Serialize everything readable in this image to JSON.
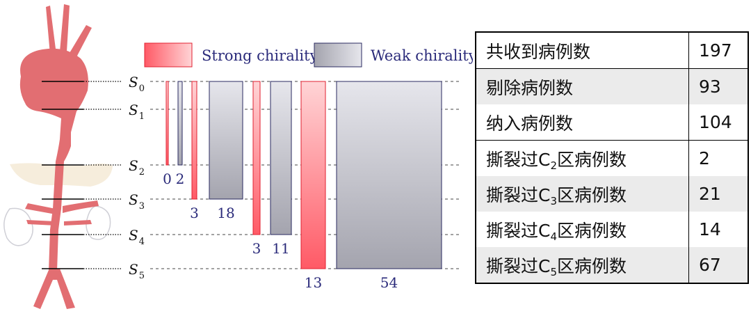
{
  "legend": {
    "strong_label": "Strong chirality",
    "weak_label": "Weak chirality"
  },
  "levels": [
    {
      "letter": "S",
      "sub": "0"
    },
    {
      "letter": "S",
      "sub": "1"
    },
    {
      "letter": "S",
      "sub": "2"
    },
    {
      "letter": "S",
      "sub": "3"
    },
    {
      "letter": "S",
      "sub": "4"
    },
    {
      "letter": "S",
      "sub": "5"
    }
  ],
  "bars": [
    {
      "type": "strong",
      "from_level": 0,
      "to_level": 2,
      "value": "0"
    },
    {
      "type": "weak",
      "from_level": 0,
      "to_level": 2,
      "value": "2"
    },
    {
      "type": "strong",
      "from_level": 0,
      "to_level": 3,
      "value": "3"
    },
    {
      "type": "weak",
      "from_level": 0,
      "to_level": 3,
      "value": "18"
    },
    {
      "type": "strong",
      "from_level": 0,
      "to_level": 4,
      "value": "3"
    },
    {
      "type": "weak",
      "from_level": 0,
      "to_level": 4,
      "value": "11"
    },
    {
      "type": "strong",
      "from_level": 0,
      "to_level": 5,
      "value": "13"
    },
    {
      "type": "weak",
      "from_level": 0,
      "to_level": 5,
      "value": "54"
    }
  ],
  "colors": {
    "strong_top": "#ffd4d6",
    "strong_bottom": "#ff5a66",
    "strong_border": "#e02030",
    "weak_top": "#e6e6ec",
    "weak_bottom": "#a4a4ae",
    "weak_border": "#2a2a60",
    "label_color": "#2a2a7a",
    "aorta": "#e26e72"
  },
  "table": {
    "rows": [
      {
        "label_pre": "共收到病例数",
        "sub": "",
        "label_post": "",
        "value": "197"
      },
      {
        "label_pre": "剔除病例数",
        "sub": "",
        "label_post": "",
        "value": "93"
      },
      {
        "label_pre": "纳入病例数",
        "sub": "",
        "label_post": "",
        "value": "104"
      },
      {
        "label_pre": "撕裂过C",
        "sub": "2",
        "label_post": "区病例数",
        "value": "2"
      },
      {
        "label_pre": "撕裂过C",
        "sub": "3",
        "label_post": "区病例数",
        "value": "21"
      },
      {
        "label_pre": "撕裂过C",
        "sub": "4",
        "label_post": "区病例数",
        "value": "14"
      },
      {
        "label_pre": "撕裂过C",
        "sub": "5",
        "label_post": "区病例数",
        "value": "67"
      }
    ]
  }
}
